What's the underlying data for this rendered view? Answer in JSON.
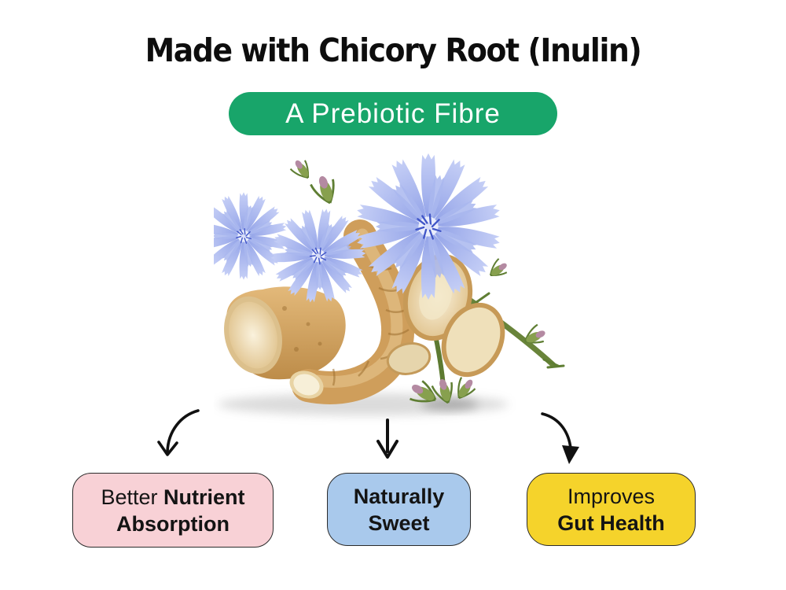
{
  "headline": {
    "text": "Made with Chicory Root (Inulin)",
    "color": "#0d0d0d"
  },
  "badge": {
    "text": "A Prebiotic Fibre",
    "bg": "#18a56a",
    "text_color": "#ffffff"
  },
  "illustration": {
    "name": "chicory-roots-and-flowers"
  },
  "icons": {
    "left_arrow": "curved-arrow-down-left",
    "middle_arrow": "arrow-straight-down",
    "right_arrow": "curved-arrow-down-right",
    "arrow_color": "#111111"
  },
  "benefit_boxes": [
    {
      "id": "nutrient-absorption",
      "bg": "#f8d1d6",
      "line1_regular": "Better ",
      "line1_bold": "Nutrient",
      "line2_bold": "Absorption"
    },
    {
      "id": "naturally-sweet",
      "bg": "#a9c9ec",
      "line1_bold": "Naturally",
      "line2_bold": "Sweet"
    },
    {
      "id": "gut-health",
      "bg": "#f5d32b",
      "line1_regular": "Improves",
      "line2_bold": "Gut Health"
    }
  ]
}
